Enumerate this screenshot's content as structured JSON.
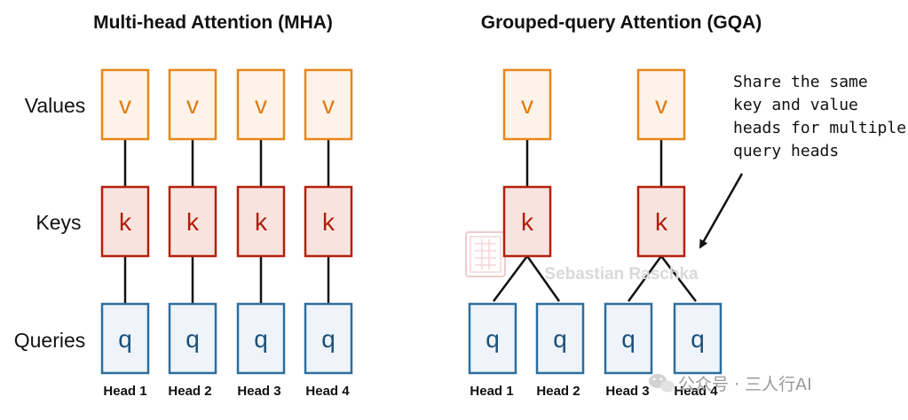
{
  "titles": {
    "mha": "Multi-head Attention (MHA)",
    "gqa": "Grouped-query Attention (GQA)"
  },
  "row_labels": {
    "values": "Values",
    "keys": "Keys",
    "queries": "Queries"
  },
  "letters": {
    "value": "v",
    "key": "k",
    "query": "q"
  },
  "mha_heads": [
    "Head 1",
    "Head 2",
    "Head 3",
    "Head 4"
  ],
  "gqa_heads": [
    "Head 1",
    "Head 2",
    "Head 3",
    "Head 4"
  ],
  "annotation": [
    "Share the same",
    "key and value",
    "heads for multiple",
    "query heads"
  ],
  "watermark": {
    "author": "Sebastian Raschka",
    "source": "公众号 · 三人行AI"
  },
  "colors": {
    "value_stroke": "#e8861a",
    "value_fill": "#fdf3e8",
    "key_stroke": "#b3200d",
    "key_fill": "#f9e3de",
    "query_stroke": "#2e6e9e",
    "query_fill": "#eef4f9",
    "query_text": "#1d4f78",
    "value_text": "#e07a10",
    "key_text": "#b01e0c"
  }
}
